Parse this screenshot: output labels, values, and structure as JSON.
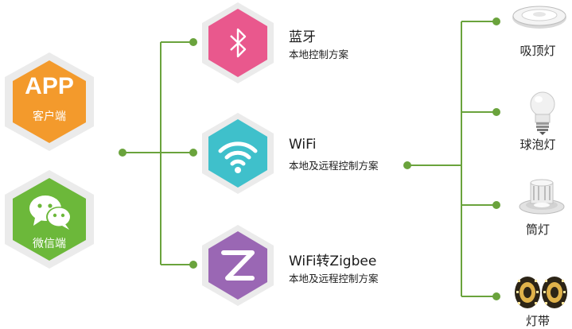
{
  "clients": {
    "app": {
      "big": "APP",
      "small": "客户端"
    },
    "wechat": {
      "small": "微信端"
    }
  },
  "protocols": [
    {
      "name": "蓝牙",
      "desc": "本地控制方案",
      "icon": "bluetooth-icon",
      "color": "#e9588d"
    },
    {
      "name": "WiFi",
      "desc": "本地及远程控制方案",
      "icon": "wifi-icon",
      "color": "#3fc0cb"
    },
    {
      "name": "WiFi转Zigbee",
      "desc": "本地及远程控制方案",
      "icon": "zigbee-icon",
      "color": "#9a67b4"
    }
  ],
  "devices": [
    {
      "name": "吸顶灯",
      "icon": "ceiling-light-icon"
    },
    {
      "name": "球泡灯",
      "icon": "bulb-icon"
    },
    {
      "name": "筒灯",
      "icon": "downlight-icon"
    },
    {
      "name": "灯带",
      "icon": "led-strip-icon"
    }
  ],
  "colors": {
    "line": "#6aa33c",
    "app": "#f39a2c",
    "wechat": "#6cb83a",
    "hex_outline": "#ececec"
  }
}
